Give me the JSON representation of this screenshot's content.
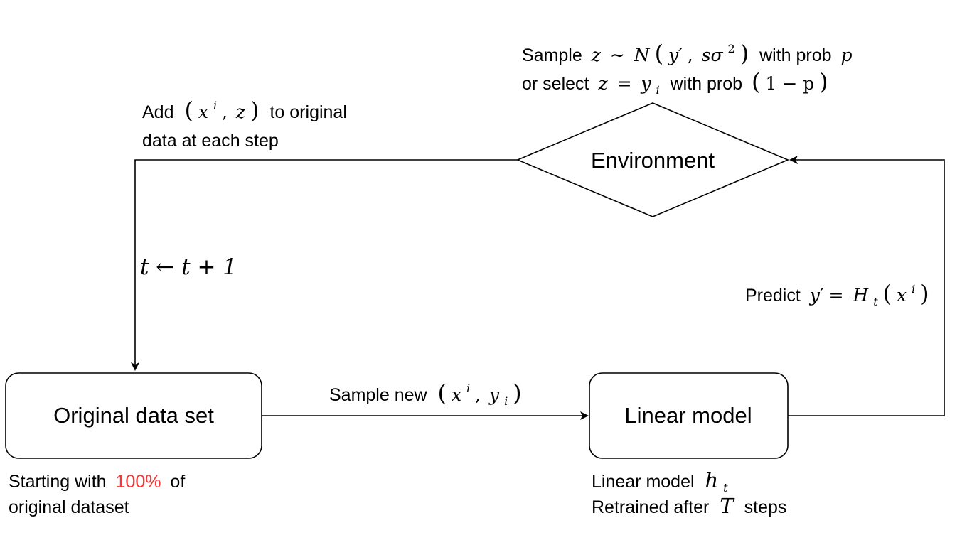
{
  "nodes": {
    "original_data_set": "Original data set",
    "linear_model": "Linear model",
    "environment": "Environment"
  },
  "annotations": {
    "sample_z_prefix": "Sample",
    "sample_z_with": "with prob",
    "sample_z_or": "or select",
    "sample_z_with2": "with prob",
    "add_prefix": "Add",
    "add_suffix": "to original",
    "add_line2": "data at each step",
    "sample_new": "Sample new",
    "predict": "Predict",
    "starting_with": "Starting with",
    "starting_percent": "100%",
    "starting_of": "of",
    "starting_line2": "original dataset",
    "linear_model_caption": "Linear model",
    "retrained_prefix": "Retrained after",
    "retrained_suffix": "steps"
  },
  "math": {
    "z": "z",
    "sim": "∼",
    "normal": "N",
    "y_prime": "y′",
    "comma": ",",
    "s_sigma2": "sσ",
    "sq": "2",
    "p": "p",
    "eq": "=",
    "y": "y",
    "i_sub": "i",
    "one_minus_p": "1 − p",
    "x": "x",
    "i_sup": "i",
    "t_update": "t ← t + 1",
    "H": "H",
    "t_sub": "t",
    "h": "h",
    "T": "T",
    "lparen": "(",
    "rparen": ")"
  },
  "colors": {
    "stroke": "#000000",
    "highlight": "#ff3333"
  }
}
